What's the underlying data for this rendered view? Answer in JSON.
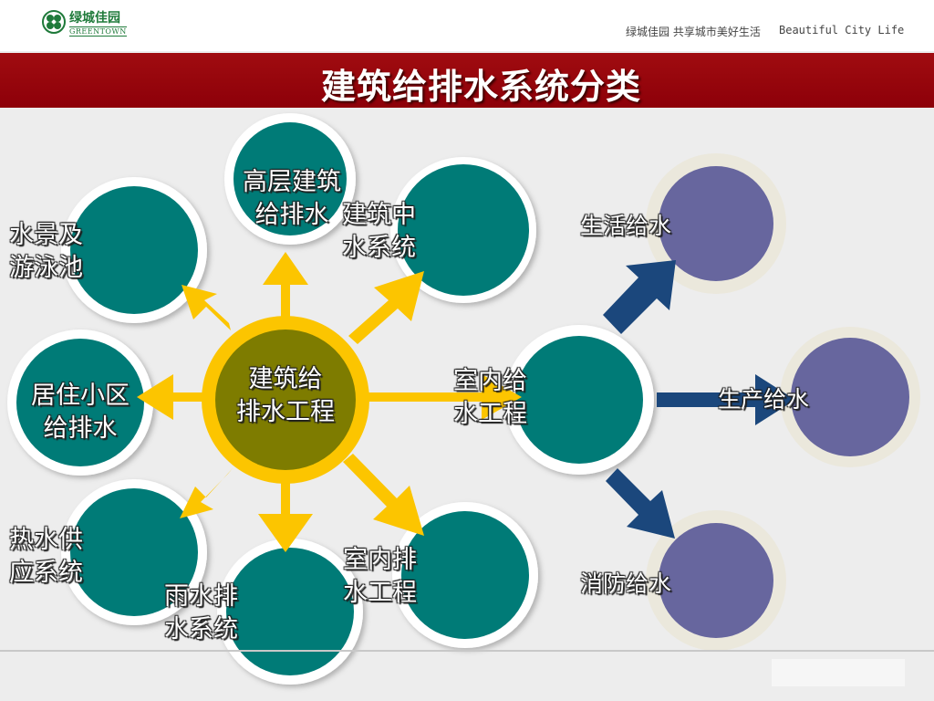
{
  "header": {
    "logo_cn": "绿城佳园",
    "logo_en": "GREENTOWN",
    "slogan": "绿城佳园  共享城市美好生活",
    "slogan_en": "Beautiful City Life"
  },
  "title": "建筑给排水系统分类",
  "colors": {
    "banner": "#9a0a0e",
    "teal": "#007b77",
    "olive": "#7e7c00",
    "gold": "#fcc500",
    "purple": "#67669e",
    "navy": "#1b477c"
  },
  "diagram": {
    "center": [
      "建筑给",
      "排水工程"
    ],
    "branches": {
      "high_rise": [
        "高层建筑",
        "给排水"
      ],
      "middle_water": [
        "建筑中",
        "水系统"
      ],
      "landscape": [
        "水景及",
        "游泳池"
      ],
      "residential": [
        "居住小区",
        "给排水"
      ],
      "hot_water": [
        "热水供",
        "应系统"
      ],
      "rainwater": [
        "雨水排",
        "水系统"
      ],
      "indoor_drainage": [
        "室内排",
        "水工程"
      ],
      "indoor_supply": [
        "室内给",
        "水工程"
      ]
    },
    "supply_types": {
      "domestic": "生活给水",
      "production": "生产给水",
      "fire": "消防给水"
    }
  }
}
